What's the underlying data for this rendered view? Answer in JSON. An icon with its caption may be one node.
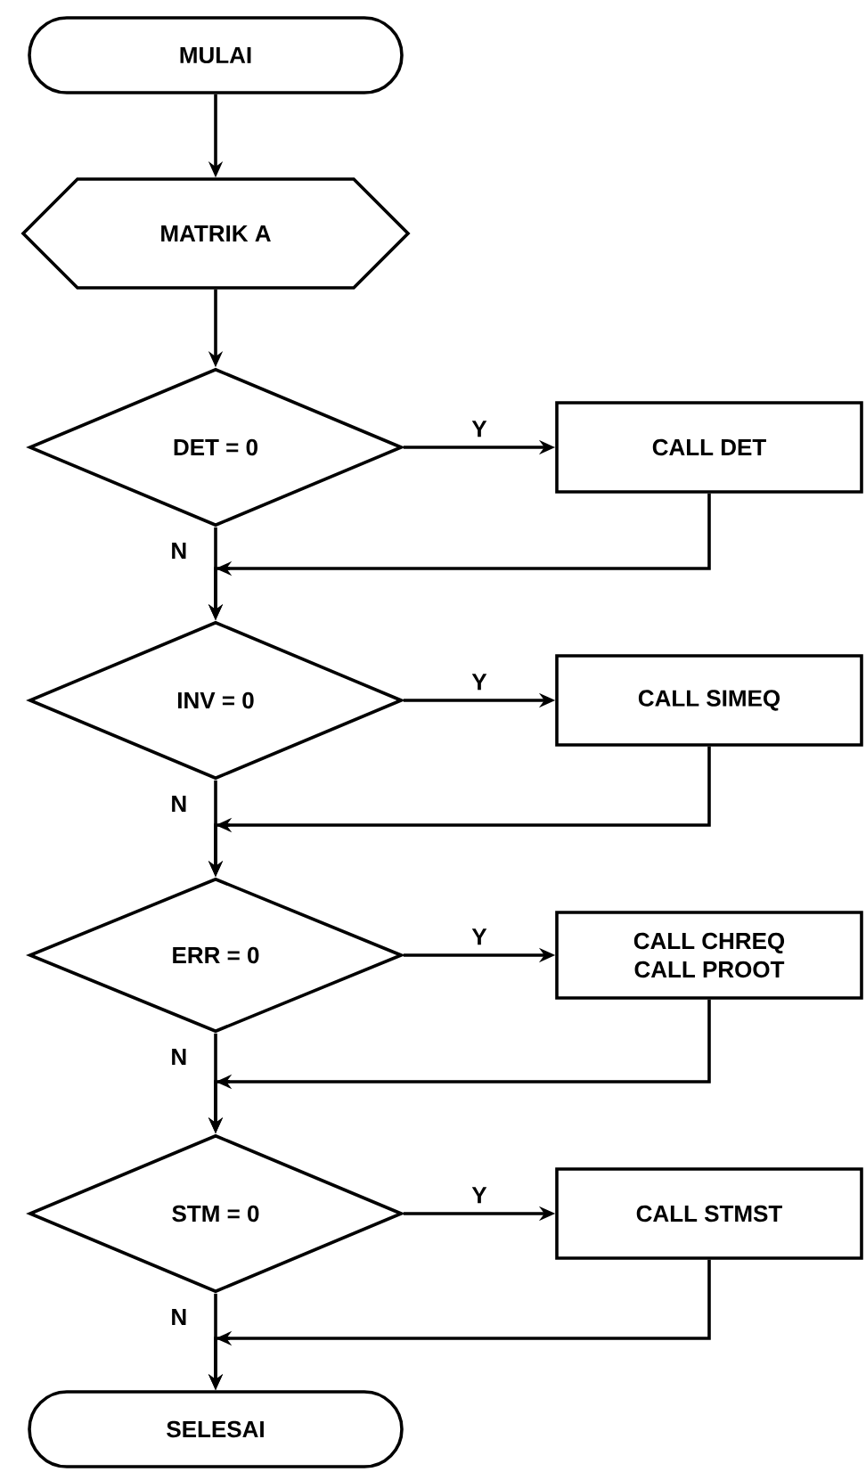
{
  "diagram": {
    "nodes": [
      {
        "text": [
          "MULAI"
        ]
      },
      {
        "text": [
          "MATRIK A"
        ]
      },
      {
        "text": [
          "DET = 0"
        ]
      },
      {
        "text": [
          "CALL DET"
        ]
      },
      {
        "text": [
          "INV = 0"
        ]
      },
      {
        "text": [
          "CALL SIMEQ"
        ]
      },
      {
        "text": [
          "ERR = 0"
        ]
      },
      {
        "text": [
          "CALL CHREQ",
          "CALL PROOT"
        ]
      },
      {
        "text": [
          "STM = 0"
        ]
      },
      {
        "text": [
          "CALL STMST"
        ]
      },
      {
        "text": [
          "SELESAI"
        ]
      }
    ],
    "edges": [
      {
        "from": 0,
        "to": 1,
        "arrow": "to"
      },
      {
        "from": 1,
        "to": 2,
        "arrow": "to"
      },
      {
        "from": 2,
        "to": 3,
        "arrow": "to",
        "label": "Y"
      },
      {
        "from": 2,
        "to": 4,
        "arrow": "to",
        "label": "N"
      },
      {
        "from": 3,
        "to": 4,
        "arrow": "to"
      },
      {
        "from": 4,
        "to": 5,
        "arrow": "to",
        "label": "Y"
      },
      {
        "from": 4,
        "to": 6,
        "arrow": "to",
        "label": "N"
      },
      {
        "from": 5,
        "to": 6,
        "arrow": "to"
      },
      {
        "from": 6,
        "to": 7,
        "arrow": "to",
        "label": "Y"
      },
      {
        "from": 6,
        "to": 8,
        "arrow": "to",
        "label": "N"
      },
      {
        "from": 7,
        "to": 8,
        "arrow": "to"
      },
      {
        "from": 8,
        "to": 9,
        "arrow": "to",
        "label": "Y"
      },
      {
        "from": 8,
        "to": 10,
        "arrow": "to",
        "label": "N"
      },
      {
        "from": 9,
        "to": 10,
        "arrow": "to"
      }
    ]
  }
}
